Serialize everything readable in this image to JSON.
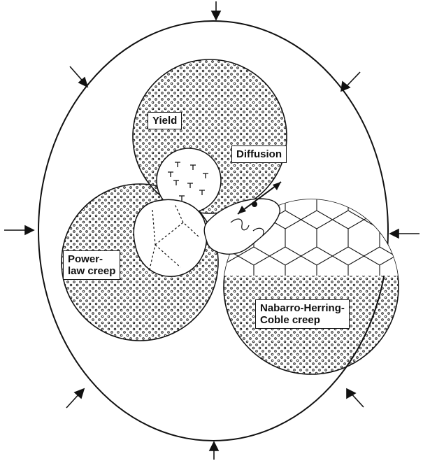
{
  "labels": {
    "yield": "Yield",
    "diffusion": "Diffusion",
    "power_law_line1": "Power-",
    "power_law_line2": "law creep",
    "nh_line1": "Nabarro-Herring-",
    "nh_line2": "Coble creep"
  },
  "colors": {
    "ink": "#111111",
    "paper": "#ffffff"
  }
}
